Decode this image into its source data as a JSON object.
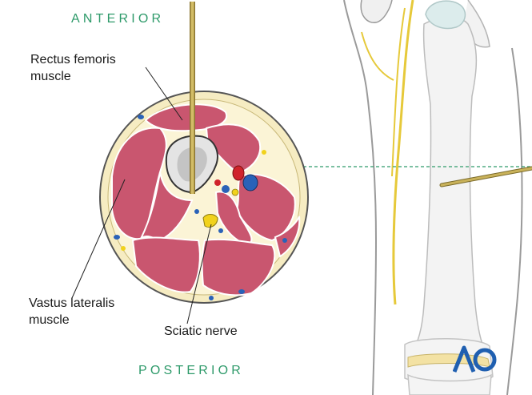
{
  "labels": {
    "anterior": "ANTERIOR",
    "posterior": "POSTERIOR",
    "rectus_femoris_line1": "Rectus femoris",
    "rectus_femoris_line2": "muscle",
    "vastus_lateralis_line1": "Vastus lateralis",
    "vastus_lateralis_line2": "muscle",
    "sciatic_nerve": "Sciatic nerve"
  },
  "logo": {
    "icon": "ao-logo",
    "text": "AO"
  },
  "colors": {
    "direction_text": "#2e9a6a",
    "muscle": "#c9566f",
    "fat": "#f6ecc2",
    "bone": "#e4e4e4",
    "nerve": "#f1d21c",
    "artery": "#d0232b",
    "vein": "#2a62b8",
    "pin": "#a8913e",
    "guide_line": "#2e9a6a",
    "logo": "#1f5fb0"
  }
}
